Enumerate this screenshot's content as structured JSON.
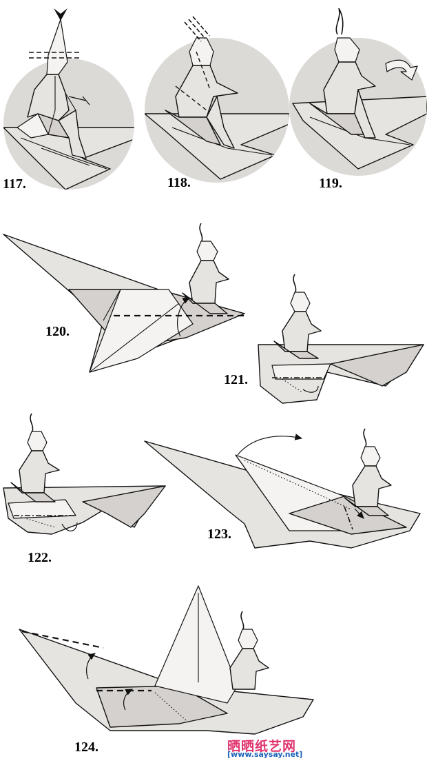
{
  "steps": [
    {
      "id": "117",
      "label": "117."
    },
    {
      "id": "118",
      "label": "118."
    },
    {
      "id": "119",
      "label": "119."
    },
    {
      "id": "120",
      "label": "120."
    },
    {
      "id": "121",
      "label": "121."
    },
    {
      "id": "122",
      "label": "122."
    },
    {
      "id": "123",
      "label": "123."
    },
    {
      "id": "124",
      "label": "124."
    }
  ],
  "watermark": {
    "site_name": "晒晒纸艺网",
    "url": "[www.saysay.net]",
    "color_name": "#e0336d",
    "color_url": "#1a62b8"
  }
}
